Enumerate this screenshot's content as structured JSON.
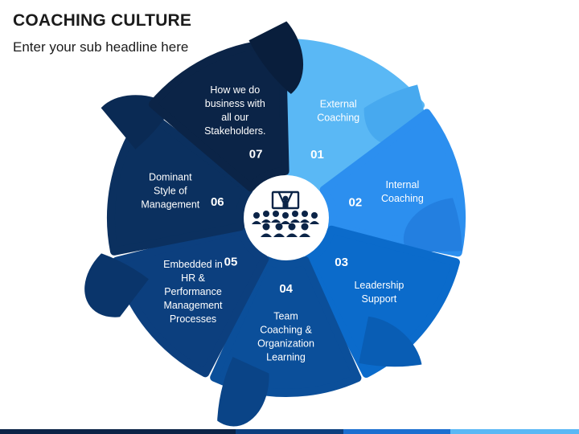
{
  "header": {
    "title": "COACHING CULTURE",
    "subtitle": "Enter your sub headline here"
  },
  "center": {
    "icon": "audience-presenter-icon",
    "color": "#0b2447"
  },
  "segments": [
    {
      "num": "01",
      "lines": [
        "External",
        "Coaching"
      ],
      "color": "#5ab8f5",
      "overlay": "#47a9ef"
    },
    {
      "num": "02",
      "lines": [
        "Internal",
        "Coaching"
      ],
      "color": "#2c8fef",
      "overlay": "#237fe0"
    },
    {
      "num": "03",
      "lines": [
        "Leadership",
        "Support"
      ],
      "color": "#0b6bcb",
      "overlay": "#095db4"
    },
    {
      "num": "04",
      "lines": [
        "Team",
        "Coaching &",
        "Organization",
        "Learning"
      ],
      "color": "#0b4f9a",
      "overlay": "#0a4487"
    },
    {
      "num": "05",
      "lines": [
        "Embedded in",
        "HR &",
        "Performance",
        "Management",
        "Processes"
      ],
      "color": "#0c3f7e",
      "overlay": "#0a356b"
    },
    {
      "num": "06",
      "lines": [
        "Dominant",
        "Style of",
        "Management"
      ],
      "color": "#0b305f",
      "overlay": "#0a2a54"
    },
    {
      "num": "07",
      "lines": [
        "How we do",
        "business with",
        "all our",
        "Stakeholders."
      ],
      "color": "#0b2447",
      "overlay": "#091e3c"
    }
  ],
  "bottom_bar_colors": [
    "#0b2447",
    "#0c3f7e",
    "#1b6fd0",
    "#5ab8f5"
  ]
}
